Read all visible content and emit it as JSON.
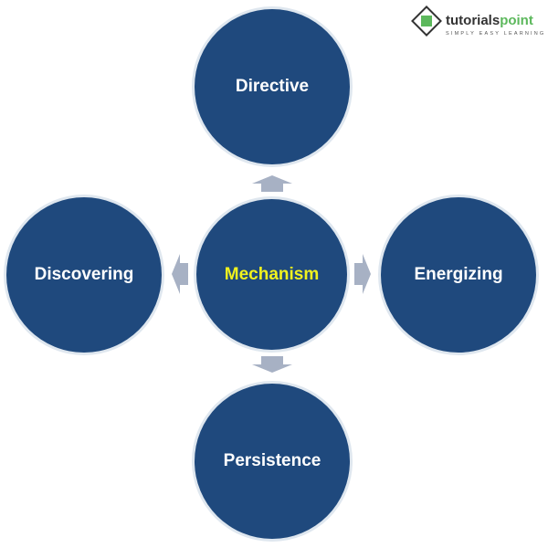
{
  "logo": {
    "name": "tutorialspoint",
    "tagline": "SIMPLY EASY LEARNING"
  },
  "diagram": {
    "center": "Mechanism",
    "top": "Directive",
    "left": "Discovering",
    "right": "Energizing",
    "bottom": "Persistence"
  },
  "colors": {
    "circle": "#1f497d",
    "arrow": "#a7b1c4",
    "center_text": "#f0f21e"
  }
}
